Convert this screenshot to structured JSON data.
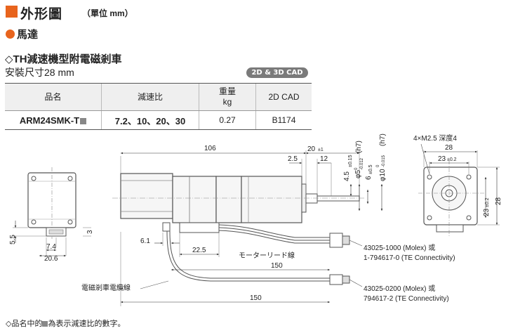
{
  "header": {
    "title": "外形圖",
    "unit": "（單位 mm）"
  },
  "section": {
    "label": "馬達",
    "subtitle": "◇TH減速機型附電磁剎車",
    "size": "安裝尺寸28 mm",
    "cad_badge": "2D & 3D CAD"
  },
  "spec_table": {
    "headers": [
      "品名",
      "減速比",
      "重量",
      "kg",
      "2D CAD"
    ],
    "row": {
      "product": "ARM24SMK-T",
      "ratios": "7.2、10、20、30",
      "weight": "0.27",
      "cad": "B1174"
    }
  },
  "drawing": {
    "dims": {
      "d106": "106",
      "d20": "20",
      "d20tol": "±1",
      "d2_5": "2.5",
      "d12": "12",
      "d4_5": "4.5",
      "d4_5tol": "±0.15",
      "phi5": "φ5",
      "phi5tol_a": "0",
      "phi5tol_b": "-0.012",
      "phi5fit": "(h7)",
      "d6": "6",
      "d6tol": "±0.5",
      "phi10": "φ10",
      "phi10tol_a": "0",
      "phi10tol_b": "-0.015",
      "phi10fit": "(h7)",
      "holes": "4×M2.5 深度4",
      "d28_top": "28",
      "d23_top": "23",
      "d23tol": "±0.2",
      "d23_side": "23",
      "d28_side": "28",
      "d5_5": "5.5",
      "d7_4": "7.4",
      "d20_6": "20.6",
      "d3": "3",
      "d6_1": "6.1",
      "d22_5": "22.5",
      "d150a": "150",
      "d150b": "150"
    },
    "labels": {
      "motor_lead": "モーターリード線",
      "brake_lead": "電磁剎車電纜線",
      "conn1_a": "43025-1000 (Molex) 或",
      "conn1_b": "1-794617-0 (TE Connectivity)",
      "conn2_a": "43025-0200 (Molex) 或",
      "conn2_b": "794617-2 (TE Connectivity)"
    }
  },
  "footnote": {
    "before": "◇品名中的",
    "after": "為表示減速比的數字。"
  }
}
